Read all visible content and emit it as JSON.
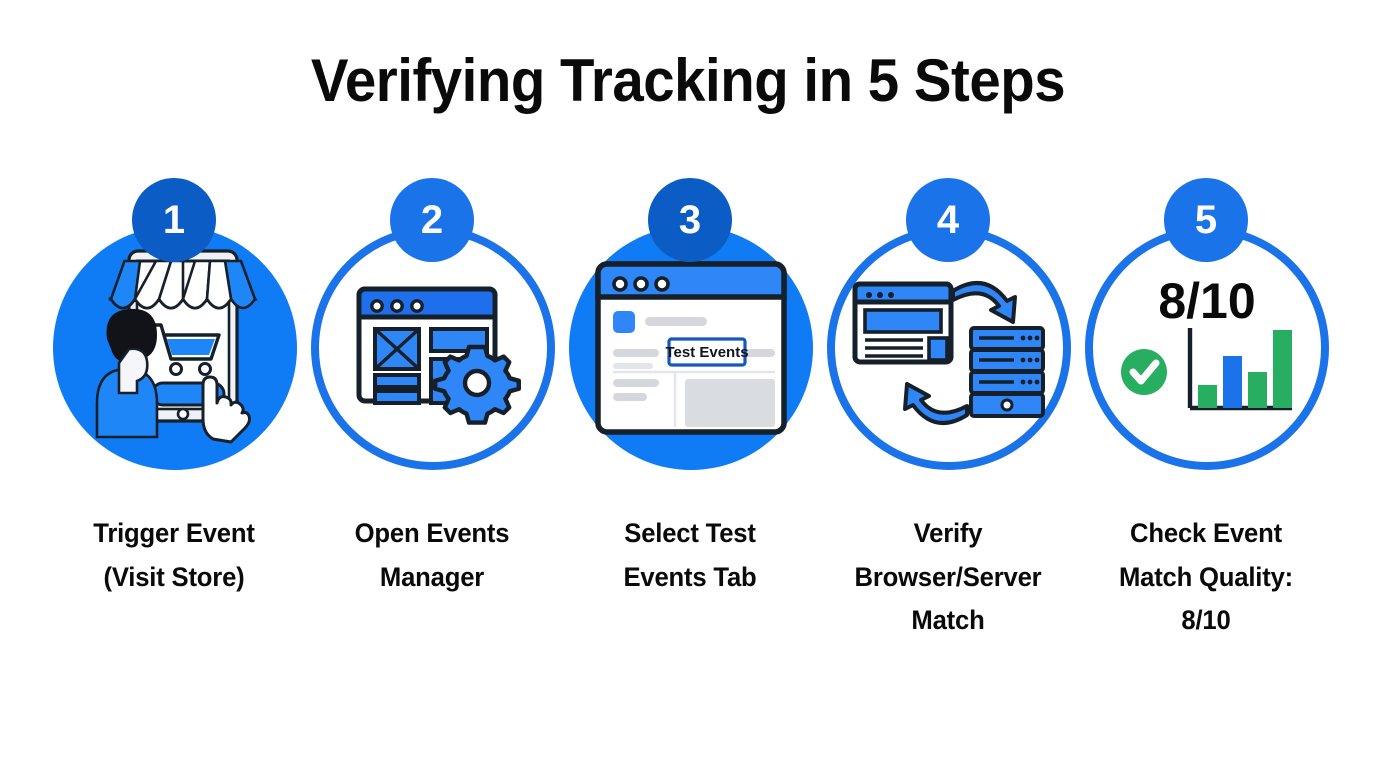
{
  "title": "Verifying Tracking in 5 Steps",
  "colors": {
    "brand_blue": "#0f7bf4",
    "badge_blue": "#1a73e8",
    "badge_blue_dark": "#0b5cc4",
    "ring_blue": "#1a73e8",
    "success_green": "#27ae60",
    "text_black": "#0a0a0a",
    "placeholder_gray": "#d4d7dc",
    "background": "#ffffff"
  },
  "steps": [
    {
      "number": "1",
      "circle_style": "filled",
      "icon_name": "storefront-mobile-shopping-icon",
      "caption_lines": [
        "Trigger Event",
        "(Visit Store)"
      ]
    },
    {
      "number": "2",
      "circle_style": "outlined",
      "icon_name": "browser-settings-gear-icon",
      "caption_lines": [
        "Open Events",
        "Manager"
      ]
    },
    {
      "number": "3",
      "circle_style": "filled",
      "icon_name": "browser-test-events-tab-icon",
      "tab_label": "Test Events",
      "caption_lines": [
        "Select Test",
        "Events Tab"
      ]
    },
    {
      "number": "4",
      "circle_style": "outlined",
      "icon_name": "browser-server-sync-icon",
      "caption_lines": [
        "Verify",
        "Browser/Server",
        "Match"
      ]
    },
    {
      "number": "5",
      "circle_style": "outlined",
      "icon_name": "match-quality-score-icon",
      "score": "8/10",
      "chart_bars": [
        {
          "color": "#27ae60",
          "height_pct": 38
        },
        {
          "color": "#1a73e8",
          "height_pct": 72
        },
        {
          "color": "#27ae60",
          "height_pct": 53
        },
        {
          "color": "#27ae60",
          "height_pct": 100
        }
      ],
      "caption_lines": [
        "Check Event",
        "Match Quality:",
        "8/10"
      ]
    }
  ]
}
